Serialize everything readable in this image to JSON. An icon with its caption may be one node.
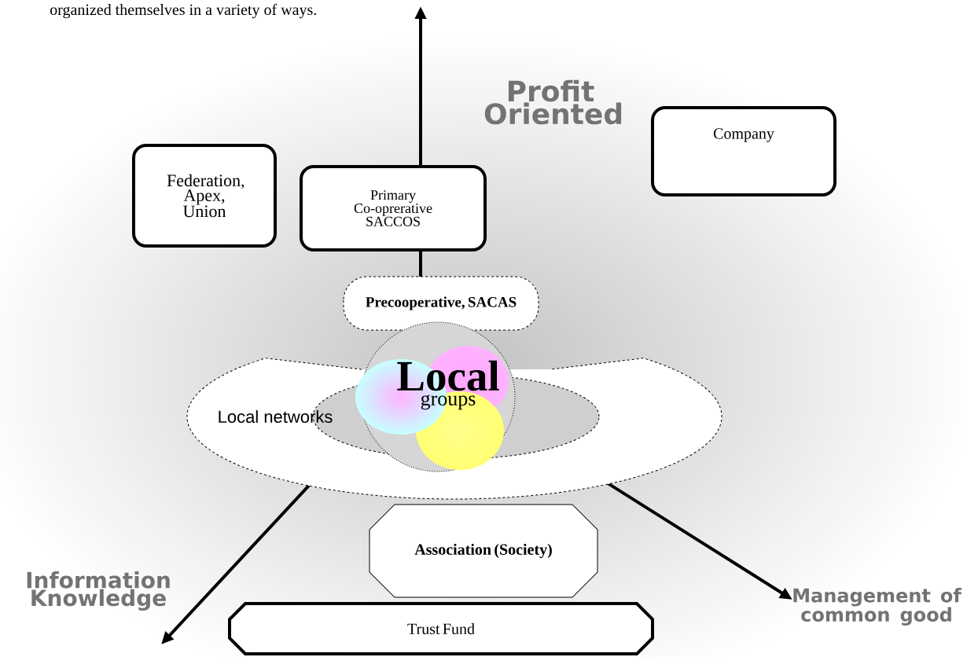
{
  "diagram": {
    "nodes": [
      {
        "text": [
          "Federation, Apex, Union"
        ]
      },
      {
        "text": [
          "Primary Co-oprerative SACCOS"
        ]
      },
      {
        "text": [
          "Company"
        ]
      },
      {
        "text": [
          "Precooperative, SACAS"
        ]
      },
      {
        "text": [
          "Local networks"
        ]
      },
      {
        "text": [
          "Local",
          "groups"
        ]
      },
      {
        "text": [
          "Association (Society)"
        ]
      },
      {
        "text": [
          "Trust Fund"
        ]
      }
    ],
    "labels": [
      "organized themselves in a variety of ways.",
      "Profit Oriented",
      "Information Knowledge",
      "Management of common good"
    ]
  }
}
